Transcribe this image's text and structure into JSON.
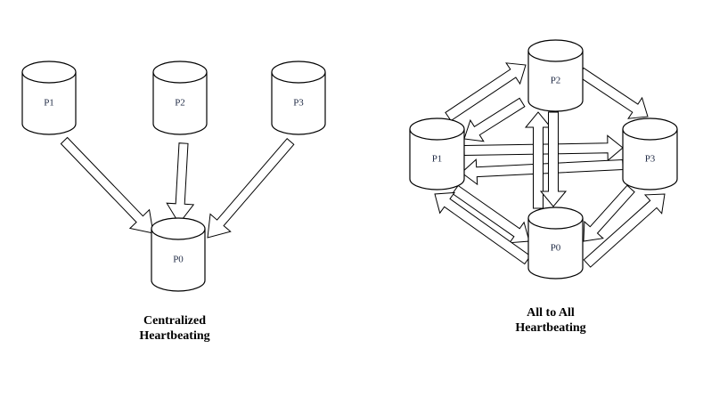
{
  "diagrams": [
    {
      "id": "centralized",
      "caption": [
        "Centralized",
        "Heartbeating"
      ],
      "nodes": [
        {
          "id": "P1",
          "label": "P1"
        },
        {
          "id": "P2",
          "label": "P2"
        },
        {
          "id": "P3",
          "label": "P3"
        },
        {
          "id": "P0",
          "label": "P0"
        }
      ],
      "edges": [
        {
          "from": "P1",
          "to": "P0"
        },
        {
          "from": "P2",
          "to": "P0"
        },
        {
          "from": "P3",
          "to": "P0"
        }
      ]
    },
    {
      "id": "all-to-all",
      "caption": [
        "All to All",
        "Heartbeating"
      ],
      "nodes": [
        {
          "id": "P2",
          "label": "P2"
        },
        {
          "id": "P1",
          "label": "P1"
        },
        {
          "id": "P3",
          "label": "P3"
        },
        {
          "id": "P0",
          "label": "P0"
        }
      ],
      "edges": [
        {
          "from": "P1",
          "to": "P2"
        },
        {
          "from": "P2",
          "to": "P1"
        },
        {
          "from": "P2",
          "to": "P3"
        },
        {
          "from": "P1",
          "to": "P3"
        },
        {
          "from": "P3",
          "to": "P1"
        },
        {
          "from": "P0",
          "to": "P2"
        },
        {
          "from": "P2",
          "to": "P0"
        },
        {
          "from": "P1",
          "to": "P0"
        },
        {
          "from": "P0",
          "to": "P1"
        },
        {
          "from": "P3",
          "to": "P0"
        },
        {
          "from": "P0",
          "to": "P3"
        }
      ]
    }
  ]
}
